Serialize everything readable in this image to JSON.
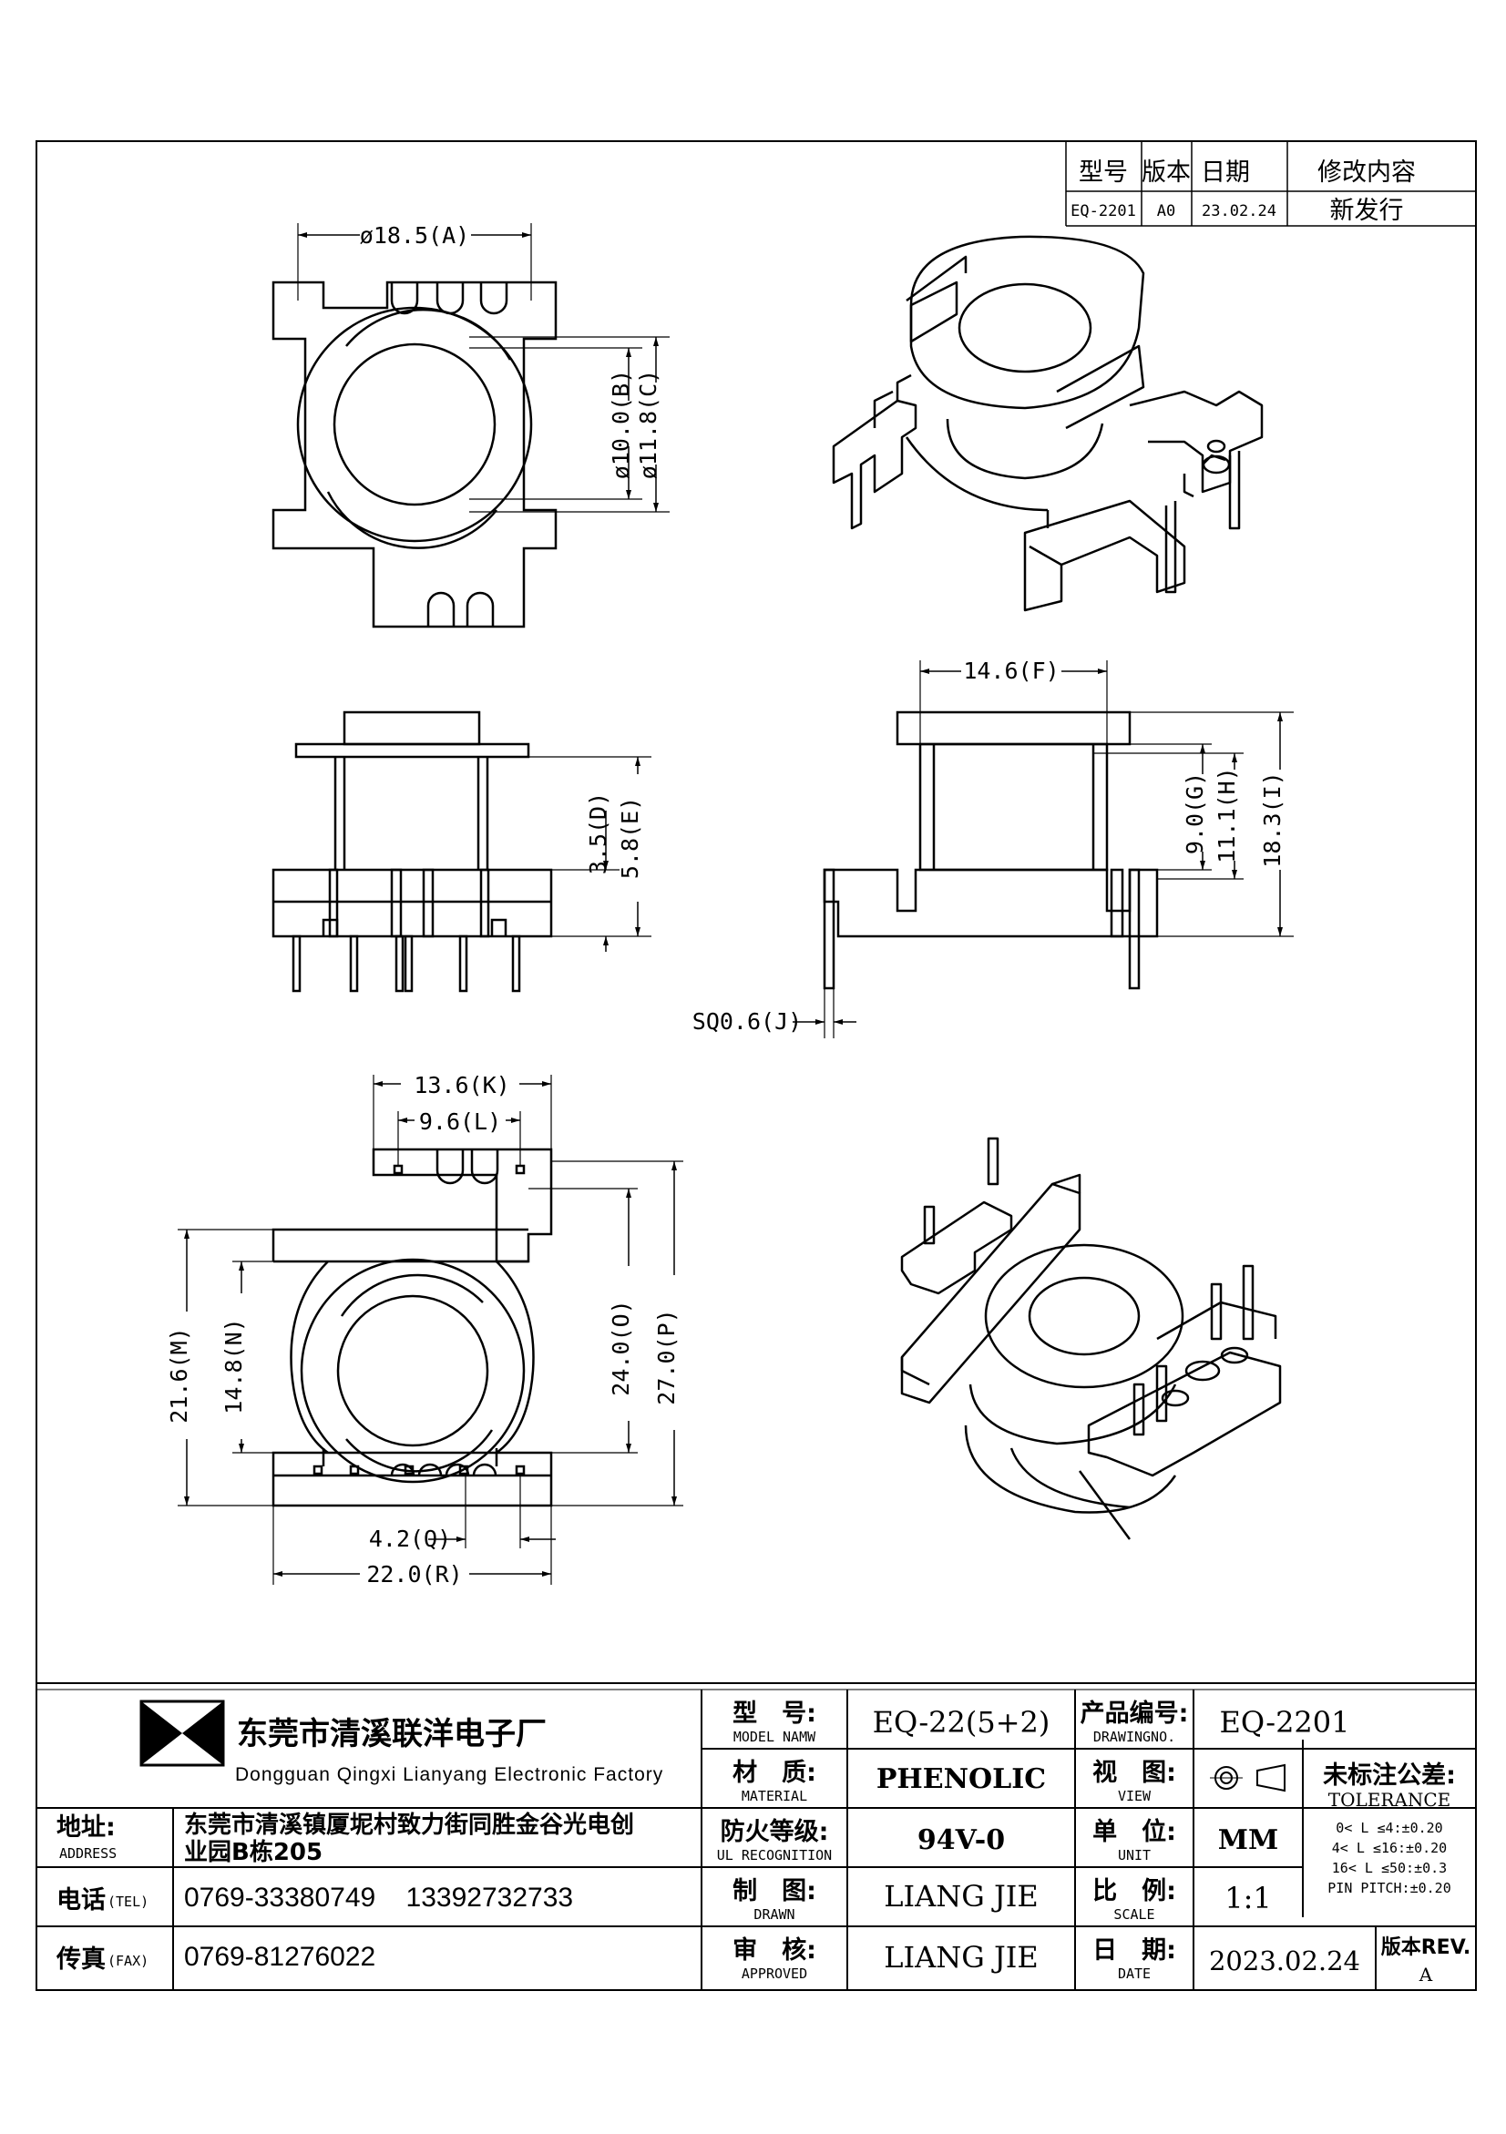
{
  "revision_table": {
    "headers": {
      "model": "型号",
      "version": "版本",
      "date": "日期",
      "content": "修改内容"
    },
    "row": {
      "model": "EQ-2201",
      "version": "A0",
      "date": "23.02.24",
      "content": "新发行"
    }
  },
  "dimensions": {
    "A": "ø18.5(A)",
    "B": "ø10.0(B)",
    "C": "ø11.8(C)",
    "D": "3.5(D)",
    "E": "5.8(E)",
    "F": "14.6(F)",
    "G": "9.0(G)",
    "H": "11.1(H)",
    "I": "18.3(I)",
    "J": "SQ0.6(J)",
    "K": "13.6(K)",
    "L": "9.6(L)",
    "M": "21.6(M)",
    "N": "14.8(N)",
    "O": "24.0(O)",
    "P": "27.0(P)",
    "Q": "4.2(Q)",
    "R": "22.0(R)"
  },
  "title_block": {
    "company_cn": "东莞市清溪联洋电子厂",
    "company_en": "Dongguan Qingxi Lianyang Electronic Factory",
    "address_label": "地址:",
    "address_label_en": "ADDRESS",
    "address_line1": "东莞市清溪镇厦坭村致力街同胜金谷光电创",
    "address_line2": "业园B栋205",
    "tel_label": "电话",
    "tel_label_en": "(TEL)",
    "tel_value": "0769-33380749    13392732733",
    "fax_label": "传真",
    "fax_label_en": "(FAX)",
    "fax_value": "0769-81276022",
    "model_label": "型　号:",
    "model_label_en": "MODEL NAMW",
    "model_value": "EQ-22(5+2)",
    "drawing_no_label": "产品编号:",
    "drawing_no_label_en": "DRAWINGNO.",
    "drawing_no_value": "EQ-2201",
    "material_label": "材　质:",
    "material_label_en": "MATERIAL",
    "material_value": "PHENOLIC",
    "view_label": "视　图:",
    "view_label_en": "VIEW",
    "tolerance_label": "未标注公差:",
    "tolerance_label_en": "TOLERANCE",
    "tolerance_lines": [
      "0< L ≤4:±0.20",
      "4< L ≤16:±0.20",
      "16< L ≤50:±0.3",
      "PIN PITCH:±0.20"
    ],
    "fire_label": "防火等级:",
    "fire_label_en": "UL RECOGNITION",
    "fire_value": "94V-0",
    "unit_label": "单　位:",
    "unit_label_en": "UNIT",
    "unit_value": "MM",
    "drawn_label": "制　图:",
    "drawn_label_en": "DRAWN",
    "drawn_value": "LIANG JIE",
    "scale_label": "比　例:",
    "scale_label_en": "SCALE",
    "scale_value": "1:1",
    "approved_label": "审　核:",
    "approved_label_en": "APPROVED",
    "approved_value": "LIANG JIE",
    "date_label": "日　期:",
    "date_label_en": "DATE",
    "date_value": "2023.02.24",
    "rev_label": "版本REV.",
    "rev_value": "A"
  }
}
